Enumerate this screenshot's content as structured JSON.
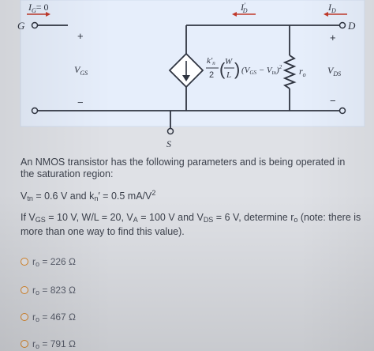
{
  "circuit": {
    "gate_current_label": "I",
    "gate_current_sub": "G",
    "gate_current_value": "= 0",
    "gate_node": "G",
    "drain_node": "D",
    "source_node": "S",
    "drain_current_label": "I",
    "drain_current_sub": "D",
    "drain_current_prime_label": "I",
    "drain_current_prime_sub": "D",
    "drain_current_prime_mark": "′",
    "vgs_plus": "+",
    "vgs_minus": "−",
    "vgs_label": "V",
    "vgs_sub": "GS",
    "vds_plus": "+",
    "vds_minus": "−",
    "vds_label": "V",
    "vds_sub": "DS",
    "ro_label": "r",
    "ro_sub": "o",
    "source_expr_k": "k′",
    "source_expr_k_sub": "n",
    "source_expr_den": "2",
    "source_expr_w": "W",
    "source_expr_l": "L",
    "source_expr_tail": "(V",
    "source_expr_tail_sub1": "GS",
    "source_expr_tail_mid": " − V",
    "source_expr_tail_sub2": "tn",
    "source_expr_tail_end": ")",
    "source_expr_exp": "2",
    "colors": {
      "wire": "#2f3440",
      "box_fill": "#e6eefb",
      "box_edge": "#d3ddee"
    }
  },
  "question": {
    "intro": "An NMOS transistor has the following parameters and is being operated in the saturation region:",
    "params": {
      "vtn_label": "V",
      "vtn_sub": "tn",
      "vtn_value": " = 0.6 V and k",
      "kn_sub": "n",
      "kn_value": "′ = 0.5 mA/V",
      "kn_exp": "2"
    },
    "given": {
      "part1": "If V",
      "vgs_sub": "GS",
      "part2": " = 10 V, W/L = 20, V",
      "va_sub": "A",
      "part3": " = 100 V and V",
      "vds_sub": "DS",
      "part4": " = 6 V, determine r",
      "ro_sub": "o",
      "part5": " (note: there is more than one way to find this value)."
    }
  },
  "options": [
    {
      "label": "r",
      "sub": "o",
      "value": " = 226 Ω"
    },
    {
      "label": "r",
      "sub": "o",
      "value": " = 823 Ω"
    },
    {
      "label": "r",
      "sub": "o",
      "value": " = 467 Ω"
    },
    {
      "label": "r",
      "sub": "o",
      "value": " = 791 Ω"
    }
  ],
  "accent_color": "#e08a2a"
}
